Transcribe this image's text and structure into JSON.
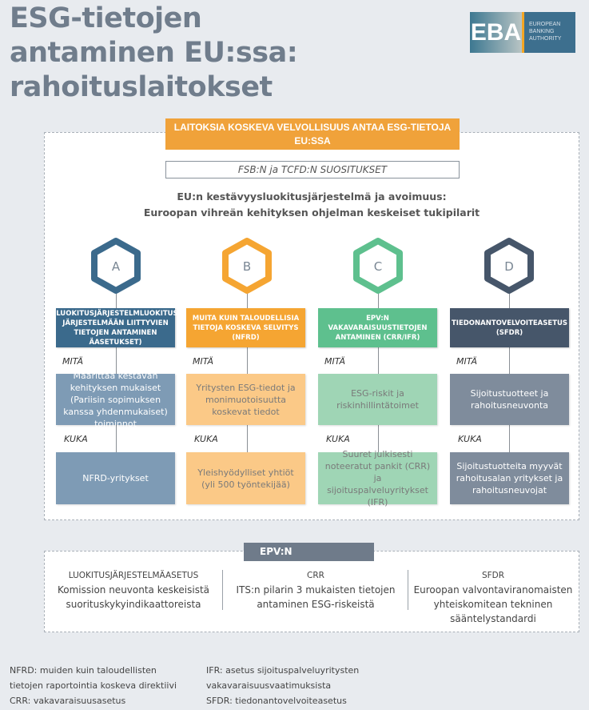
{
  "title": {
    "lines": [
      "ESG-tietojen",
      "antaminen EU:ssa:",
      "rahoituslaitokset"
    ]
  },
  "logo": {
    "abbr": "EBA",
    "lines": [
      "EUROPEAN",
      "BANKING",
      "AUTHORITY"
    ]
  },
  "header": {
    "obligation": "LAITOKSIA KOSKEVA VELVOLLISUUS ANTAA ESG-TIETOJA EU:SSA",
    "recommendations": "FSB:N ja TCFD:N SUOSITUKSET",
    "pillars_line1": "EU:n kestävyysluokitusjärjestelmä ja avoimuus:",
    "pillars_line2": "Euroopan vihreän kehityksen ohjelman keskeiset tukipilarit"
  },
  "labels": {
    "what": "MITÄ",
    "who": "KUKA"
  },
  "columns": [
    {
      "letter": "A",
      "color": "#3b6a8c",
      "title": "(LUOKITUSJÄRJESTELMLUOKITUS JÄRJESTELMÄÄN LIITTYVIEN TIETOJEN ANTAMINEN ÄASETUKSET)",
      "what": "Määrittää kestävän kehityksen mukaiset (Pariisin sopimuksen kanssa yhdenmukaiset) toiminnot",
      "who": "NFRD-yritykset"
    },
    {
      "letter": "B",
      "color": "#f5a532",
      "title": "MUITA KUIN TALOUDELLISIA TIETOJA KOSKEVA SELVITYS (NFRD)",
      "what": "Yritysten ESG-tiedot ja monimuotoisuutta koskevat tiedot",
      "who": "Yleishyödylliset yhtiöt (yli 500 työntekijää)"
    },
    {
      "letter": "C",
      "color": "#5ec08e",
      "title": "EPV:N VAKAVARAISUUSTIETOJEN ANTAMINEN (CRR/IFR)",
      "what": "ESG-riskit ja riskinhillintätoimet",
      "who": "Suuret julkisesti noteeratut pankit (CRR) ja sijoituspalveluyritykset (IFR)"
    },
    {
      "letter": "D",
      "color": "#46566a",
      "title": "TIEDONANTOVELVOITEASETUS (SFDR)",
      "what": "Sijoitustuotteet ja rahoitusneuvonta",
      "who": "Sijoitustuotteita myyvät rahoitusalan yritykset ja rahoitusneuvojat"
    }
  ],
  "epv": {
    "label": "EPV:N",
    "items": [
      {
        "head": "LUOKITUSJÄRJESTELMÄASETUS",
        "text": "Komission neuvonta keskeisistä suorituskykyindikaattoreista"
      },
      {
        "head": "CRR",
        "text": "ITS:n pilarin 3 mukaisten tietojen antaminen ESG-riskeistä"
      },
      {
        "head": "SFDR",
        "text": "Euroopan valvontaviranomaisten yhteiskomitean tekninen sääntelystandardi"
      }
    ]
  },
  "footnotes": {
    "left": [
      "NFRD: muiden kuin taloudellisten",
      "tietojen raportointia koskeva direktiivi",
      "CRR: vakavaraisuusasetus"
    ],
    "right": [
      "IFR: asetus sijoituspalveluyritysten",
      "vakavaraisuusvaatimuksista",
      "SFDR: tiedonantovelvoiteasetus"
    ]
  }
}
